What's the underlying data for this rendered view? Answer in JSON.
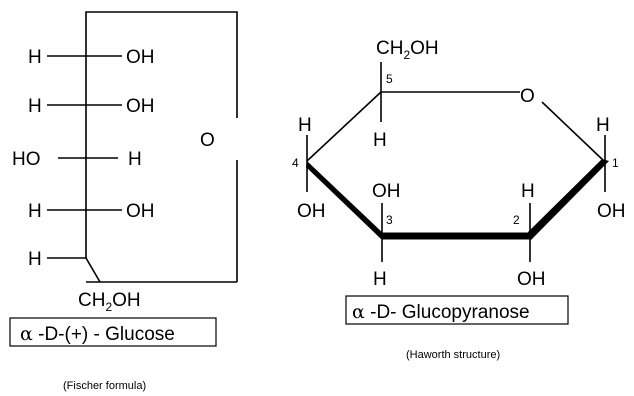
{
  "fischer": {
    "rows": [
      {
        "left": "H",
        "right": "OH"
      },
      {
        "left": "H",
        "right": "OH"
      },
      {
        "left": "HO",
        "right": "H"
      },
      {
        "left": "H",
        "right": "OH"
      },
      {
        "left": "H",
        "right": ""
      }
    ],
    "ring_oxygen": "O",
    "bottom_group": {
      "main": "CH",
      "sub": "2",
      "tail": "OH"
    },
    "name": {
      "alpha": "α",
      "rest": " -D-(+) - Glucose"
    },
    "caption": "(Fischer formula)"
  },
  "haworth": {
    "top_group": {
      "main": "CH",
      "sub": "2",
      "tail": "OH"
    },
    "ring_oxygen": "O",
    "carbon_numbers": {
      "c1": "1",
      "c2": "2",
      "c3": "3",
      "c4": "4",
      "c5": "5"
    },
    "c5_down": "H",
    "c4_up": "H",
    "c4_down": "OH",
    "c3_up": "OH",
    "c3_down": "H",
    "c2_up": "H",
    "c2_down": "OH",
    "c1_up": "H",
    "c1_down": "OH",
    "name": {
      "alpha": "α",
      "rest": " -D- Glucopyranose"
    },
    "caption": "(Haworth structure)"
  }
}
